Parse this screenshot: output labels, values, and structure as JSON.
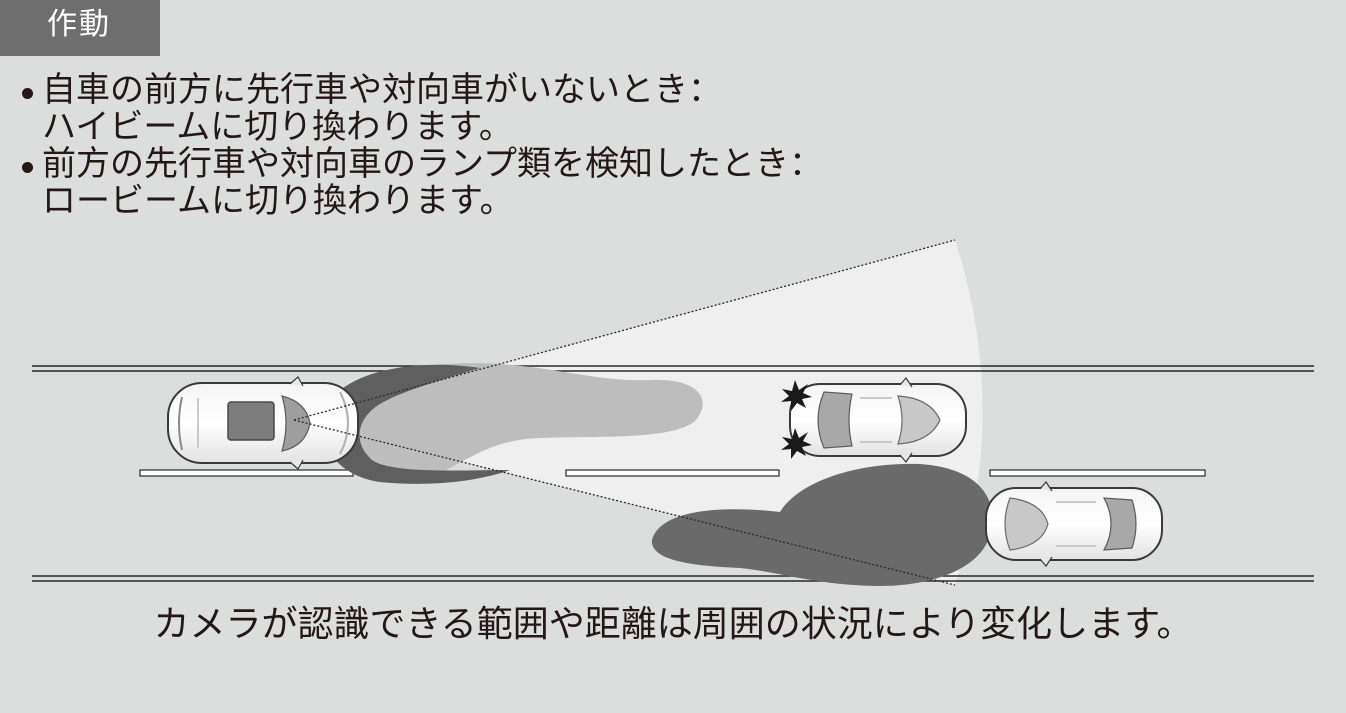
{
  "header": {
    "tab_label": "作動"
  },
  "bullets": [
    {
      "condition": "自車の前方に先行車や対向車がいないとき：",
      "result": "ハイビームに切り換わります。"
    },
    {
      "condition": "前方の先行車や対向車のランプ類を検知したとき：",
      "result": "ロービームに切り換わります。"
    }
  ],
  "caption": "カメラが認識できる範囲や距離は周囲の状況により変化します。",
  "colors": {
    "background": "#dcdddd",
    "header_tab": "#6e6e6e",
    "camera_range": "#eeeeee",
    "beam_shadow": "#6a6a6a",
    "text": "#231815"
  }
}
